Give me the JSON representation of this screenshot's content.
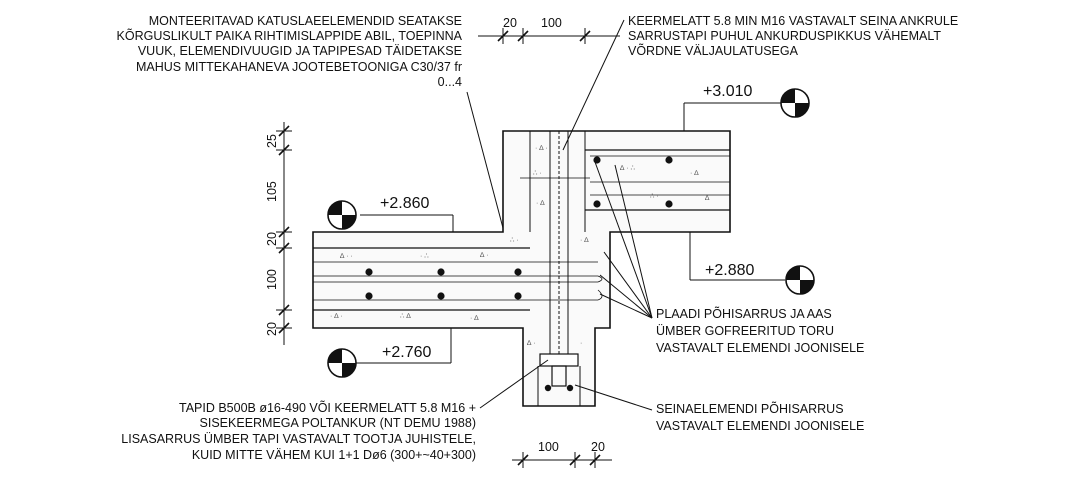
{
  "notes": {
    "top_left": [
      "MONTEERITAVAD KATUSLAEELEMENDID SEATAKSE",
      "KÕRGUSLIKULT PAIKA RIHTIMISLAPPIDE ABIL, TOEPINNA",
      "VUUK, ELEMENDIVUUGID JA TAPIPESAD TÄIDETAKSE",
      "MAHUS MITTEKAHANEVA JOOTEBETOONIGA C30/37 fr",
      "0...4"
    ],
    "top_right": [
      "KEERMELATT 5.8 MIN M16 VASTAVALT SEINA ANKRULE",
      "SARRUSTAPI PUHUL ANKURDUSPIKKUS VÄHEMALT",
      "VÕRDNE VÄLJAULATUSEGA"
    ],
    "right_middle": [
      "PLAADI PÕHISARRUS JA AAS",
      "ÜMBER GOFREERITUD TORU",
      "VASTAVALT ELEMENDI JOONISELE"
    ],
    "right_bottom": [
      "SEINAELEMENDI PÕHISARRUS",
      "VASTAVALT ELEMENDI JOONISELE"
    ],
    "bottom_left": [
      "TAPID B500B ø16-490 VÕI KEERMELATT 5.8 M16 +",
      "SISEKEERMEGA POLTANKUR (NT DEMU 1988)",
      "LISASARRUS ÜMBER TAPI VASTAVALT TOOTJA JUHISTELE,",
      "KUID MITTE VÄHEM KUI 1+1 Dø6 (300+~40+300)"
    ]
  },
  "levels": {
    "top_right": "+3.010",
    "left_upper": "+2.860",
    "left_lower": "+2.760",
    "right_lower": "+2.880"
  },
  "dimensions": {
    "top": [
      "20",
      "100"
    ],
    "bottom": [
      "100",
      "20"
    ],
    "vertical": [
      "25",
      "105",
      "20",
      "100",
      "20"
    ]
  }
}
